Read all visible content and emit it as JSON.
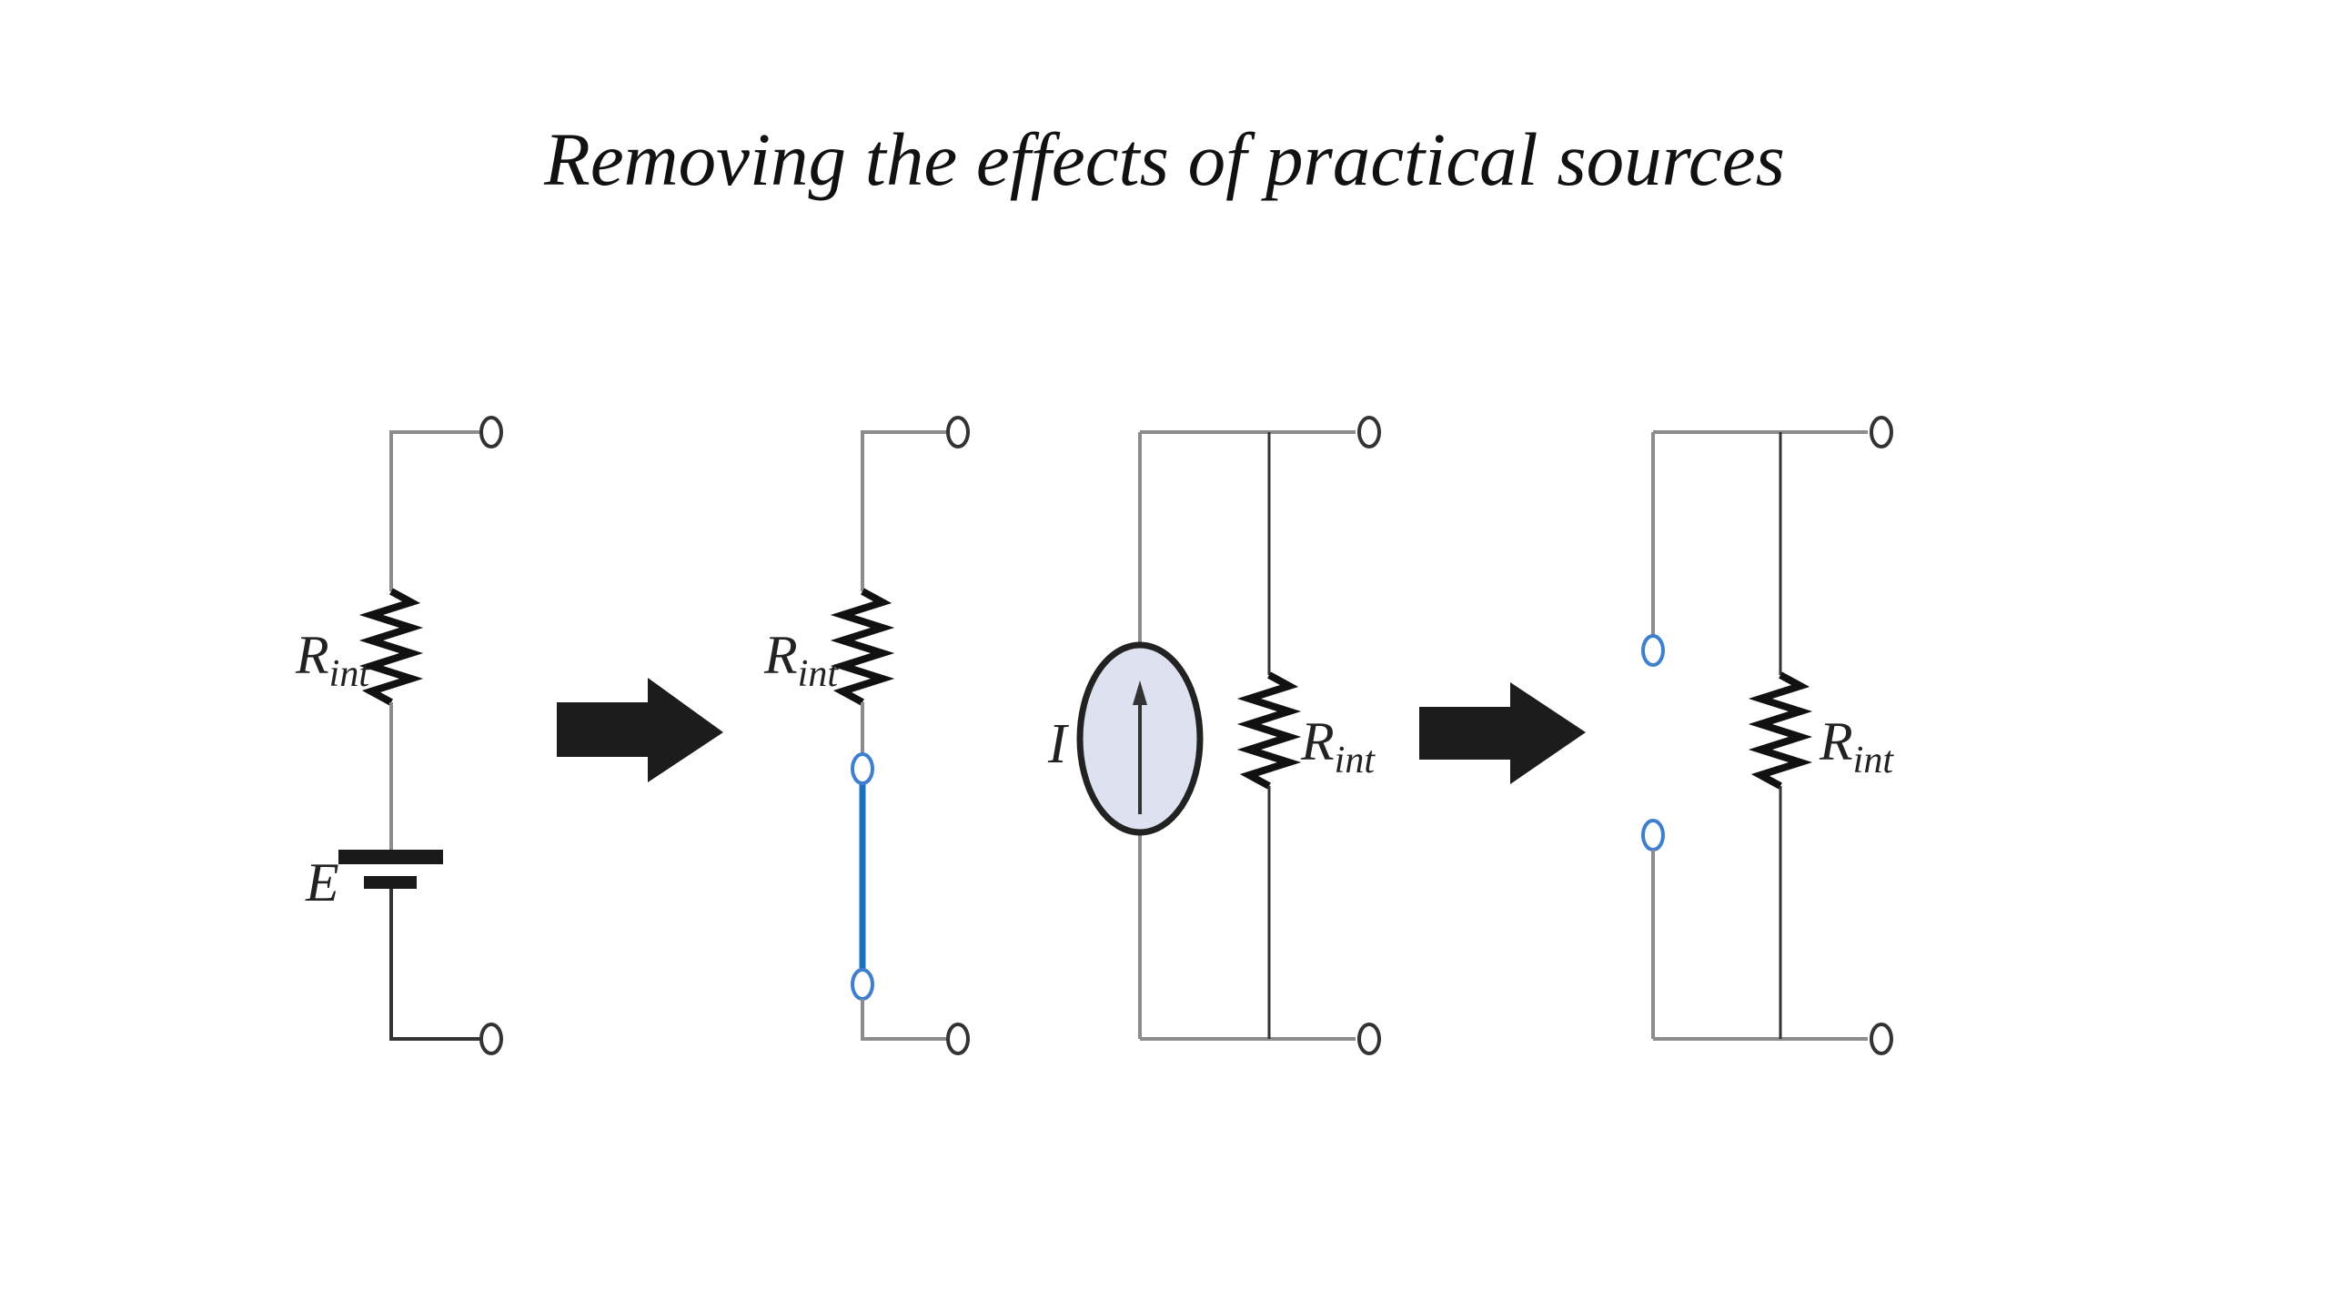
{
  "title": "Removing the effects of practical sources",
  "colors": {
    "wire": "#8c8c8c",
    "wire_dark": "#333333",
    "resistor": "#111111",
    "battery": "#1a1a1a",
    "arrow": "#1c1c1c",
    "short_highlight": "#1f6fbf",
    "terminal": "#333333",
    "open_terminal": "#3f7fd0",
    "current_source_fill": "#dde1f0",
    "current_source_stroke": "#222222"
  },
  "panels": [
    {
      "id": "voltage-source-practical",
      "labels": {
        "resistor_main": "R",
        "resistor_sub": "int",
        "source": "E"
      }
    },
    {
      "id": "voltage-source-removed",
      "labels": {
        "resistor_main": "R",
        "resistor_sub": "int"
      }
    },
    {
      "id": "current-source-practical",
      "labels": {
        "source": "I",
        "resistor_main": "R",
        "resistor_sub": "int"
      }
    },
    {
      "id": "current-source-removed",
      "labels": {
        "resistor_main": "R",
        "resistor_sub": "int"
      }
    }
  ],
  "arrows": [
    {
      "id": "arrow-voltage",
      "direction": "right"
    },
    {
      "id": "arrow-current",
      "direction": "right"
    }
  ]
}
